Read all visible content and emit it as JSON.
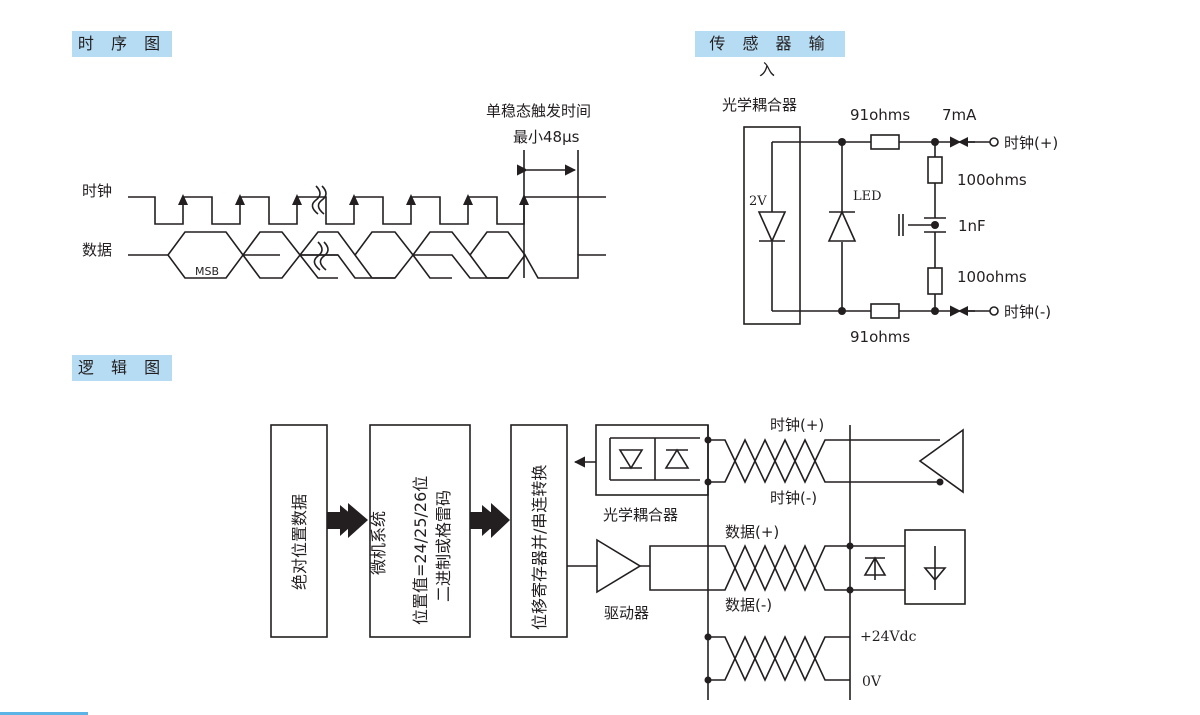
{
  "sections": {
    "timing": "时 序 图",
    "sensor": "传 感 器 输 入",
    "logic": "逻 辑 图"
  },
  "timing": {
    "clock_label": "时钟",
    "data_label": "数据",
    "msb_label": "MSB",
    "monostable_line1": "单稳态触发时间",
    "monostable_line2": "最小48μs"
  },
  "sensor": {
    "optocoupler_label": "光学耦合器",
    "diode_voltage": "2V",
    "led_label": "LED",
    "r_top": "91ohms",
    "current": "7mA",
    "r_100_top": "100ohms",
    "cap": "1nF",
    "r_100_bottom": "100ohms",
    "r_bottom": "91ohms",
    "clock_pos": "时钟(+)",
    "clock_neg": "时钟(-)"
  },
  "logic": {
    "abs_position": "绝对位置数据",
    "micro_line1": "微机系统",
    "micro_line2": "位置值=24/25/26位",
    "micro_line3": "二进制或格雷码",
    "shift_register": "位移寄存器并/串连转换",
    "optocoupler_label": "光学耦合器",
    "driver_label": "驱动器",
    "clock_pos": "时钟(+)",
    "clock_neg": "时钟(-)",
    "data_pos": "数据(+)",
    "data_neg": "数据(-)",
    "power": "+24Vdc",
    "ground": "0V"
  }
}
